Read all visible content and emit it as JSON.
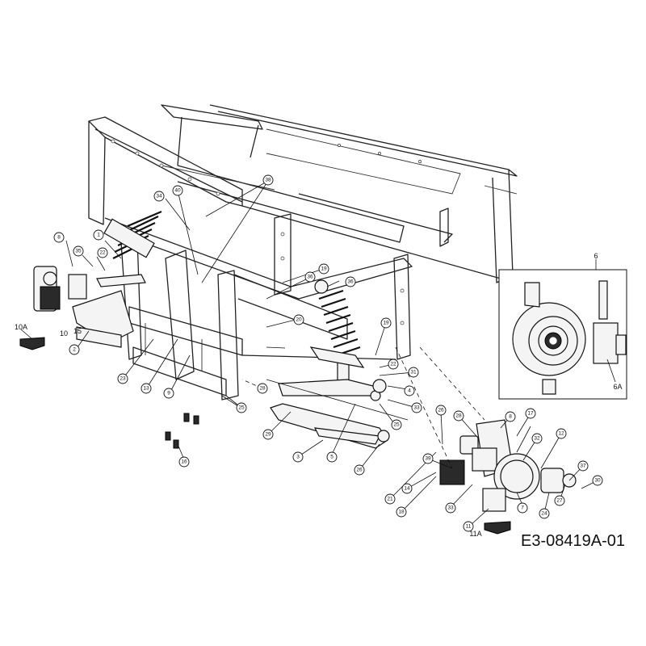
{
  "document_code": "E3-08419A-01",
  "inset_title": "6",
  "callouts": [
    {
      "id": "c1",
      "text": "1"
    },
    {
      "id": "c2",
      "text": "2"
    },
    {
      "id": "c3",
      "text": "3"
    },
    {
      "id": "c4",
      "text": "4"
    },
    {
      "id": "c5",
      "text": "5"
    },
    {
      "id": "c7",
      "text": "7"
    },
    {
      "id": "c8a",
      "text": "8"
    },
    {
      "id": "c8b",
      "text": "8"
    },
    {
      "id": "c9",
      "text": "9"
    },
    {
      "id": "c11",
      "text": "11"
    },
    {
      "id": "c12",
      "text": "12"
    },
    {
      "id": "c13",
      "text": "13"
    },
    {
      "id": "c14",
      "text": "14"
    },
    {
      "id": "c16",
      "text": "16"
    },
    {
      "id": "c17",
      "text": "17"
    },
    {
      "id": "c18",
      "text": "18"
    },
    {
      "id": "c19a",
      "text": "19"
    },
    {
      "id": "c19b",
      "text": "19"
    },
    {
      "id": "c20",
      "text": "20"
    },
    {
      "id": "c21",
      "text": "21"
    },
    {
      "id": "c22a",
      "text": "22"
    },
    {
      "id": "c22b",
      "text": "22"
    },
    {
      "id": "c23",
      "text": "23"
    },
    {
      "id": "c24",
      "text": "24"
    },
    {
      "id": "c25a",
      "text": "25"
    },
    {
      "id": "c25b",
      "text": "25"
    },
    {
      "id": "c26a",
      "text": "26"
    },
    {
      "id": "c26b",
      "text": "26"
    },
    {
      "id": "c27",
      "text": "27"
    },
    {
      "id": "c28a",
      "text": "28"
    },
    {
      "id": "c28b",
      "text": "28"
    },
    {
      "id": "c29",
      "text": "29"
    },
    {
      "id": "c30",
      "text": "30"
    },
    {
      "id": "c31",
      "text": "31"
    },
    {
      "id": "c32",
      "text": "32"
    },
    {
      "id": "c33a",
      "text": "33"
    },
    {
      "id": "c33b",
      "text": "33"
    },
    {
      "id": "c34",
      "text": "34"
    },
    {
      "id": "c35",
      "text": "35"
    },
    {
      "id": "c36a",
      "text": "36"
    },
    {
      "id": "c36b",
      "text": "36"
    },
    {
      "id": "c37",
      "text": "37"
    },
    {
      "id": "c38",
      "text": "38"
    },
    {
      "id": "c39",
      "text": "39"
    },
    {
      "id": "c40",
      "text": "40"
    }
  ],
  "plain_labels": [
    {
      "id": "l10a",
      "text": "10A"
    },
    {
      "id": "l10",
      "text": "10"
    },
    {
      "id": "l15",
      "text": "15"
    },
    {
      "id": "l11a",
      "text": "11A"
    },
    {
      "id": "l6a",
      "text": "6A"
    }
  ]
}
